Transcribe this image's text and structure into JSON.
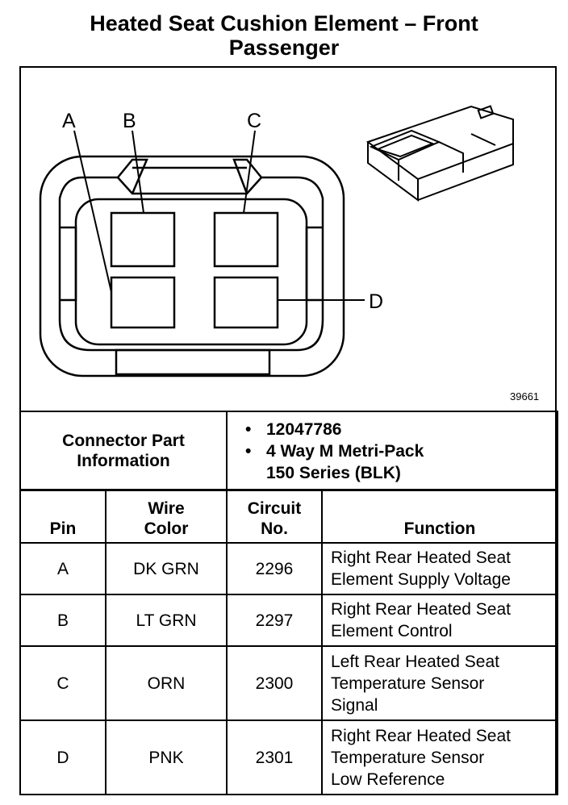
{
  "title": {
    "line1": "Heated Seat Cushion Element – Front",
    "line2": "Passenger"
  },
  "diagram": {
    "pin_labels": {
      "a": "A",
      "b": "B",
      "c": "C",
      "d": "D"
    },
    "figure_number": "39661"
  },
  "connector_info": {
    "label_line1": "Connector Part",
    "label_line2": "Information",
    "bullet": "•",
    "part_number": "12047786",
    "description_line1": "4 Way M Metri-Pack",
    "description_line2": "150 Series (BLK)"
  },
  "pin_table": {
    "headers": {
      "pin": "Pin",
      "wire_color_1": "Wire",
      "wire_color_2": "Color",
      "circuit_1": "Circuit",
      "circuit_2": "No.",
      "function": "Function"
    },
    "rows": [
      {
        "pin": "A",
        "wire": "DK GRN",
        "circuit": "2296",
        "function": [
          "Right Rear Heated Seat",
          "Element Supply Voltage"
        ]
      },
      {
        "pin": "B",
        "wire": "LT GRN",
        "circuit": "2297",
        "function": [
          "Right Rear Heated Seat",
          "Element Control"
        ]
      },
      {
        "pin": "C",
        "wire": "ORN",
        "circuit": "2300",
        "function": [
          "Left Rear Heated Seat",
          "Temperature Sensor",
          "Signal"
        ]
      },
      {
        "pin": "D",
        "wire": "PNK",
        "circuit": "2301",
        "function": [
          "Right Rear Heated Seat",
          "Temperature Sensor",
          "Low Reference"
        ]
      }
    ]
  }
}
